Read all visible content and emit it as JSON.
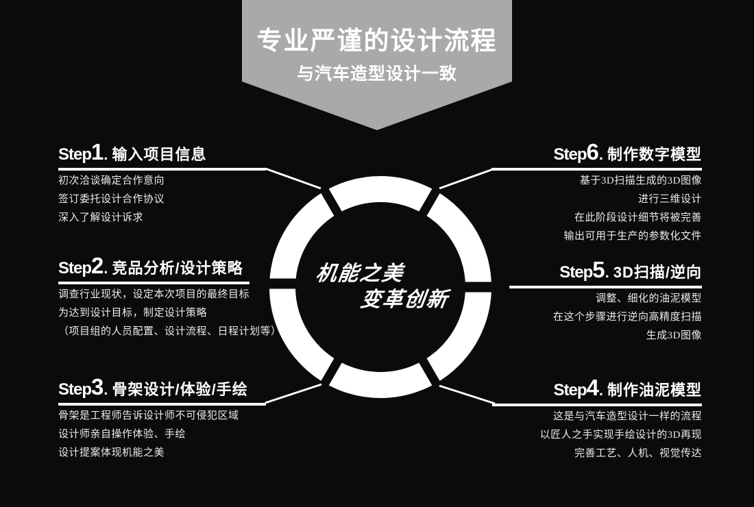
{
  "banner": {
    "title": "专业严谨的设计流程",
    "subtitle": "与汽车造型设计一致"
  },
  "center": {
    "line1": "机能之美",
    "line2": "变革创新"
  },
  "steps": [
    {
      "label_en": "Step",
      "number": "1",
      "separator": ".",
      "title": "输入项目信息",
      "lines": [
        "初次洽谈确定合作意向",
        "签订委托设计合作协议",
        "深入了解设计诉求"
      ]
    },
    {
      "label_en": "Step",
      "number": "2",
      "separator": ".",
      "title": "竞品分析/设计策略",
      "lines": [
        "调查行业现状，设定本次项目的最终目标",
        "为达到设计目标，制定设计策略",
        "（项目组的人员配置、设计流程、日程计划等）"
      ]
    },
    {
      "label_en": "Step",
      "number": "3",
      "separator": ".",
      "title": "骨架设计/体验/手绘",
      "lines": [
        "骨架是工程师告诉设计师不可侵犯区域",
        "设计师亲自操作体验、手绘",
        "设计提案体现机能之美"
      ]
    },
    {
      "label_en": "Step",
      "number": "4",
      "separator": ".",
      "title": "制作油泥模型",
      "lines": [
        "这是与汽车造型设计一样的流程",
        "以匠人之手实现手绘设计的3D再现",
        "完善工艺、人机、视觉传达"
      ]
    },
    {
      "label_en": "Step",
      "number": "5",
      "separator": ".",
      "title": "3D扫描/逆向",
      "lines": [
        "调整、细化的油泥模型",
        "在这个步骤进行逆向高精度扫描",
        "生成3D图像"
      ]
    },
    {
      "label_en": "Step",
      "number": "6",
      "separator": ".",
      "title": "制作数字模型",
      "lines": [
        "基于3D扫描生成的3D图像",
        "进行三维设计",
        "在此阶段设计细节将被完善",
        "输出可用于生产的参数化文件"
      ]
    }
  ],
  "colors": {
    "background": "#0d0a0b",
    "banner_gray": "#a9a9a9",
    "white": "#ffffff",
    "body_text": "#edeaea"
  }
}
